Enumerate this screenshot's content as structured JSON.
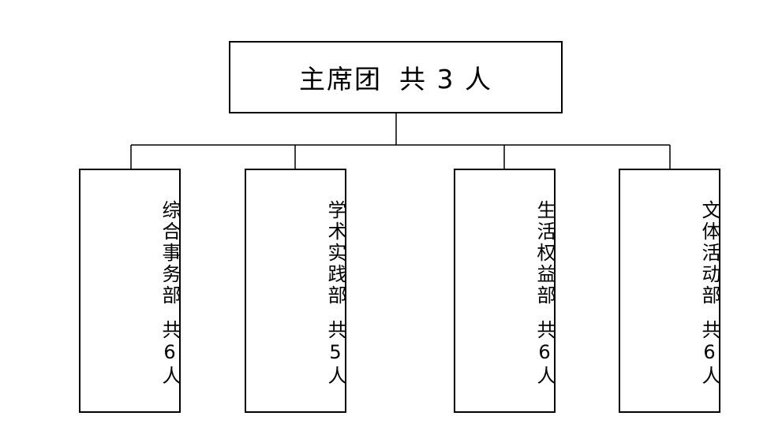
{
  "top": {
    "title": "主席团",
    "count": "共 3 人"
  },
  "departments": [
    {
      "name": "综合事务部",
      "count": "共6人"
    },
    {
      "name": "学术实践部",
      "count": "共5人"
    },
    {
      "name": "生活权益部",
      "count": "共6人"
    },
    {
      "name": "文体活动部",
      "count": "共6人"
    }
  ],
  "colors": {
    "line": "#000000",
    "background": "#ffffff"
  }
}
